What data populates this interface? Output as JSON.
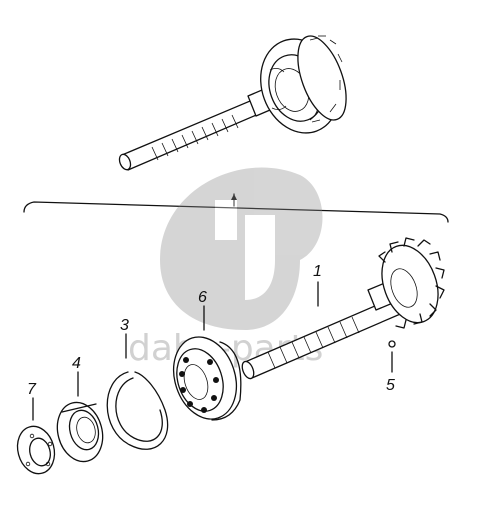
{
  "callouts": [
    {
      "id": "1",
      "label": "1"
    },
    {
      "id": "6",
      "label": "6"
    },
    {
      "id": "3",
      "label": "3"
    },
    {
      "id": "4",
      "label": "4"
    },
    {
      "id": "7",
      "label": "7"
    },
    {
      "id": "5",
      "label": "5"
    }
  ],
  "watermark": {
    "text": "daba-parts",
    "color": "#9a9a9a"
  },
  "colors": {
    "line": "#111111",
    "background": "#ffffff"
  }
}
